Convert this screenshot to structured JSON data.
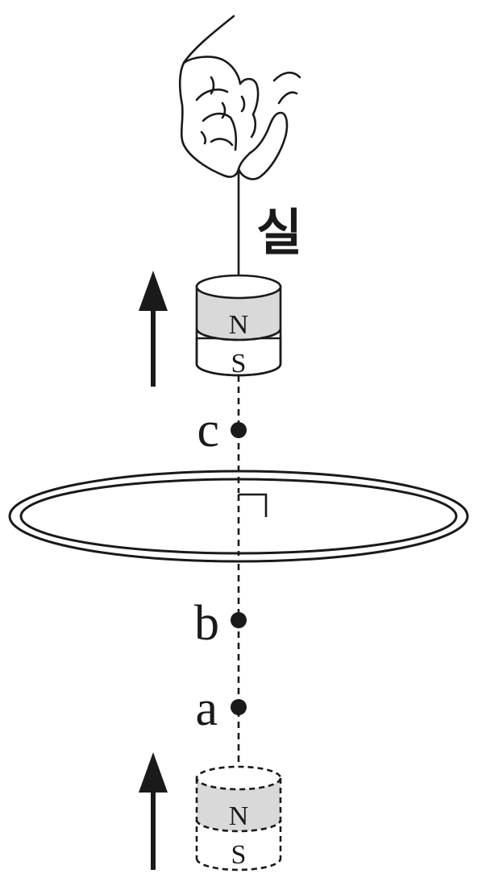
{
  "labels": {
    "string": "실",
    "point_c": "c",
    "point_b": "b",
    "point_a": "a"
  },
  "magnet_top": {
    "north_label": "N",
    "south_label": "S"
  },
  "magnet_bottom": {
    "north_label": "N",
    "south_label": "S"
  },
  "colors": {
    "ink": "#1a1a1a",
    "north_fill": "#d9d9d9",
    "background": "#ffffff"
  }
}
